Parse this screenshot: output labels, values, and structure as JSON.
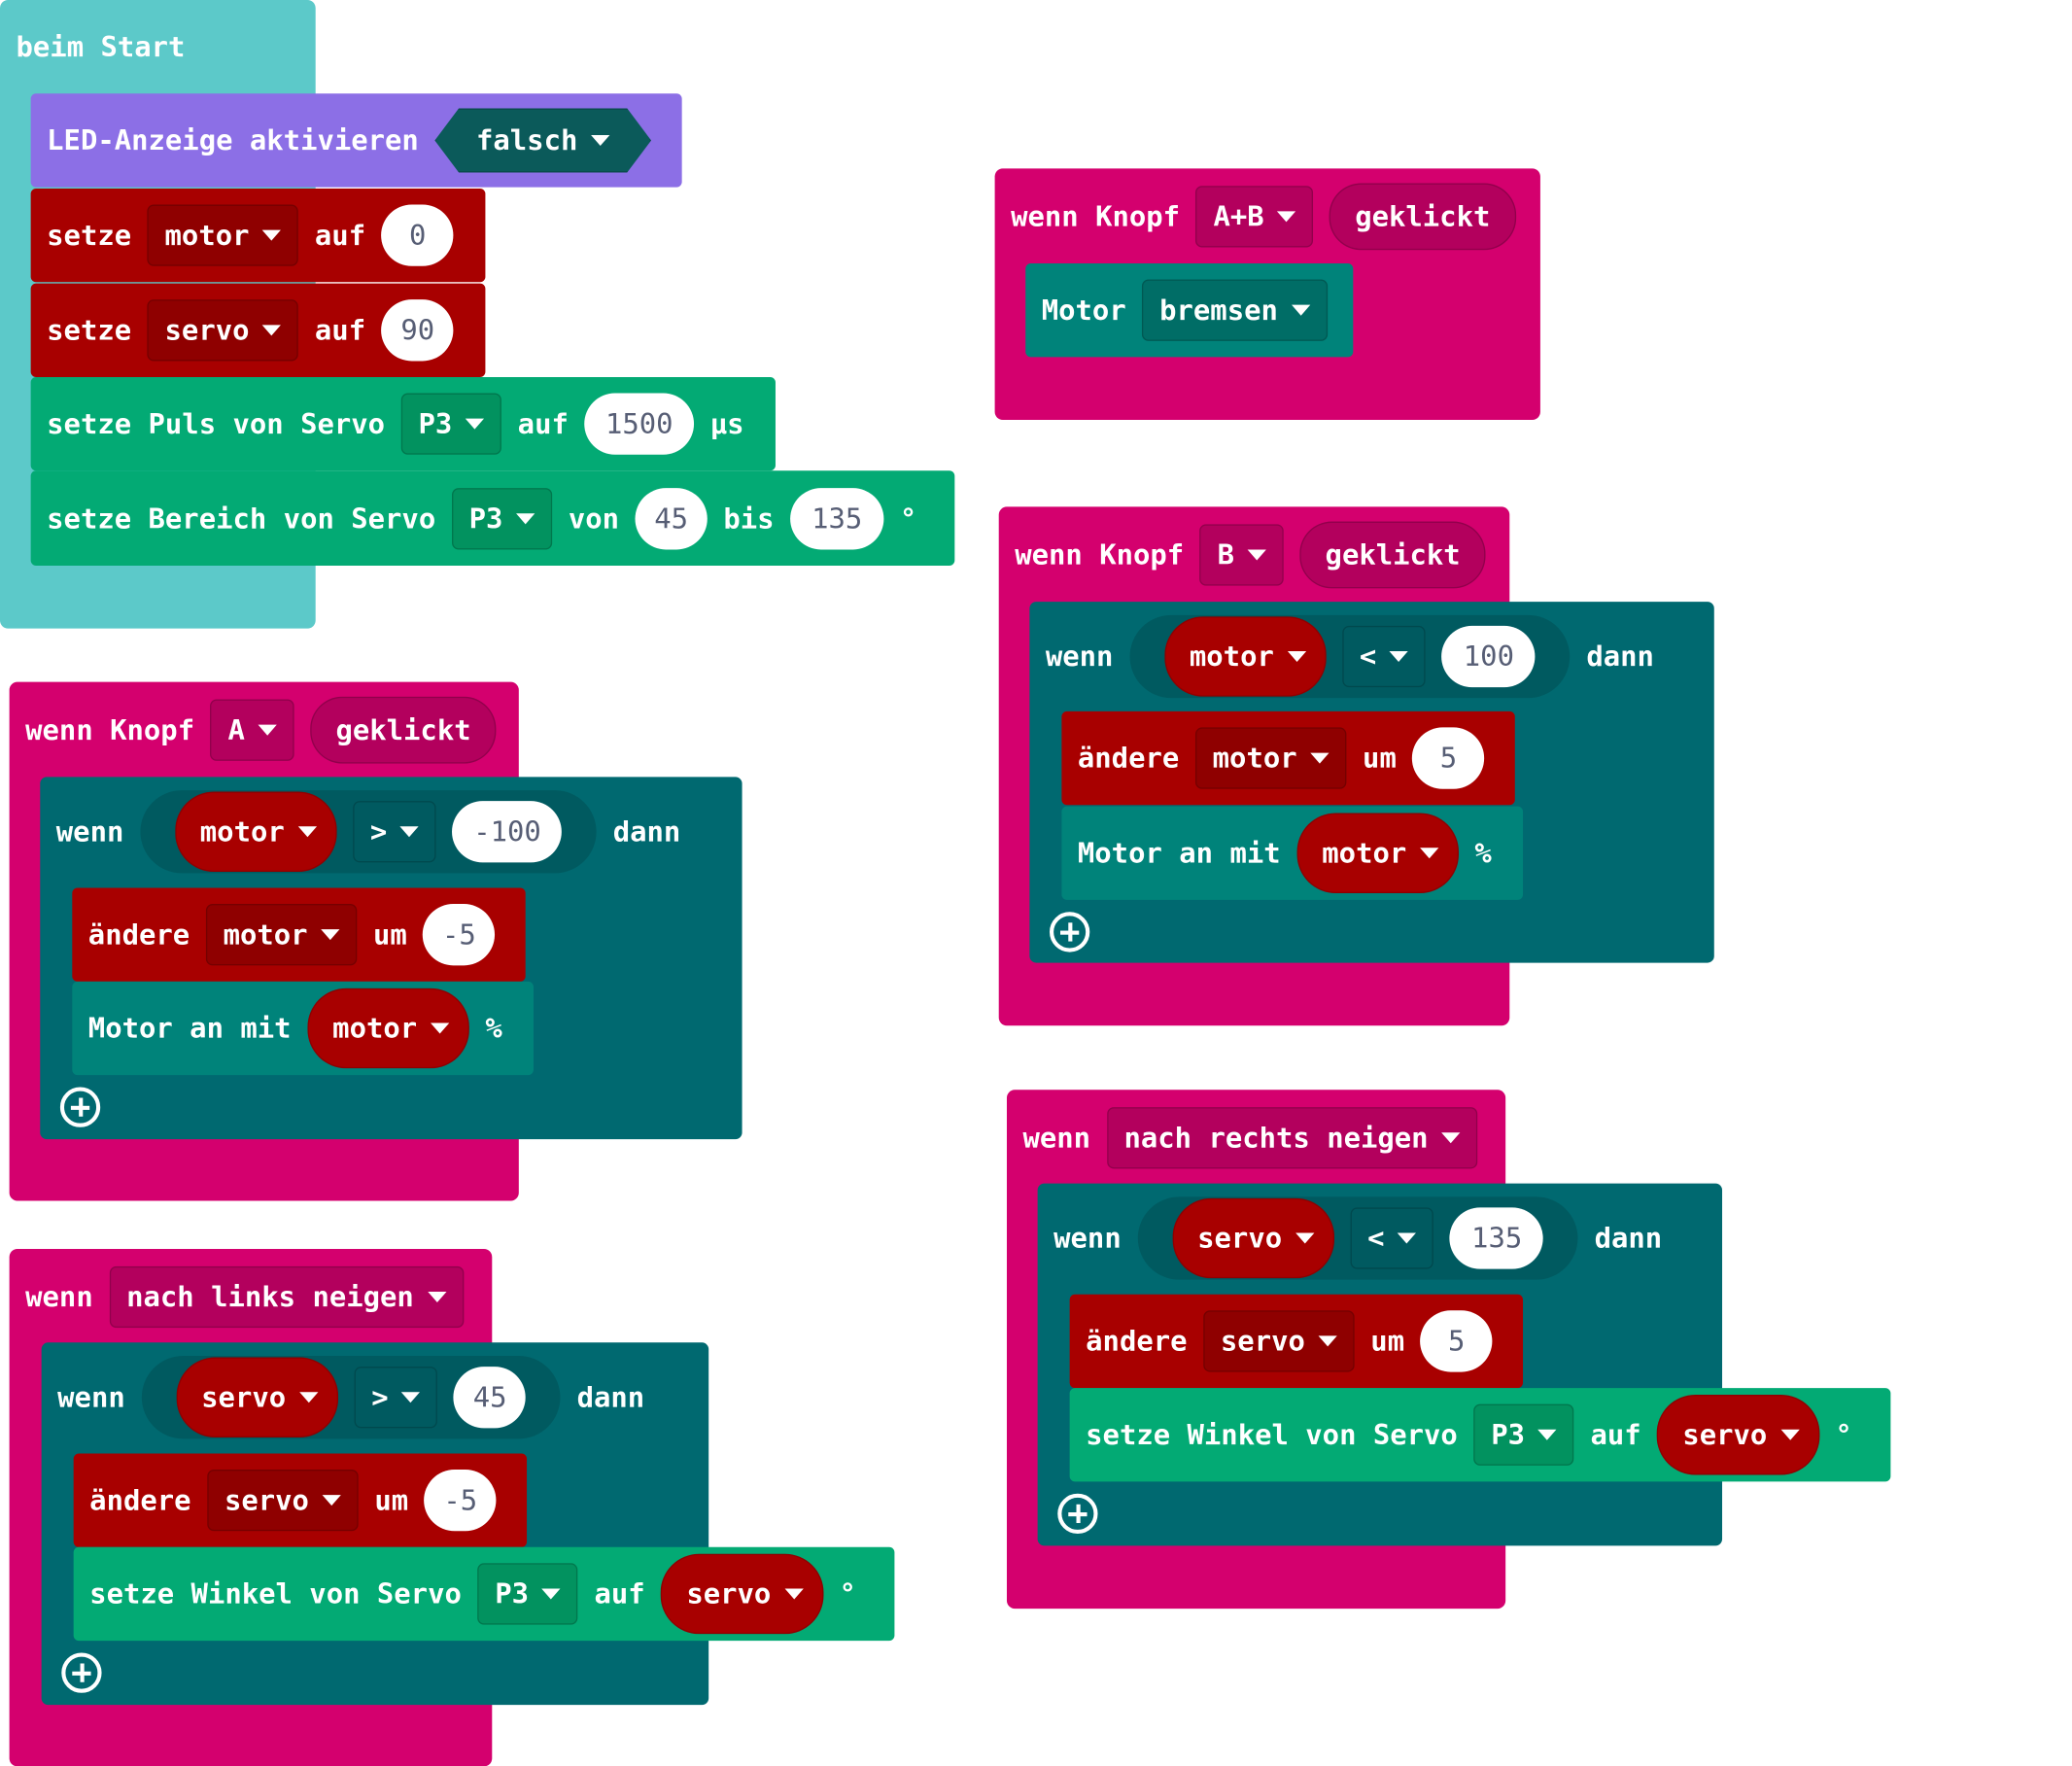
{
  "start": {
    "hat": "beim Start",
    "led": {
      "label": "LED-Anzeige aktivieren",
      "value": "falsch"
    },
    "set_motor": {
      "label": "setze",
      "var": "motor",
      "to": "auf",
      "value": "0"
    },
    "set_servo": {
      "label": "setze",
      "var": "servo",
      "to": "auf",
      "value": "90"
    },
    "pulse": {
      "label": "setze Puls von Servo",
      "pin": "P3",
      "to": "auf",
      "value": "1500",
      "unit": "µs"
    },
    "range": {
      "label": "setze Bereich von Servo",
      "pin": "P3",
      "from": "von",
      "min": "45",
      "until": "bis",
      "max": "135",
      "unit": "°"
    }
  },
  "ab": {
    "when": "wenn Knopf",
    "button": "A+B",
    "event": "geklickt",
    "motor": {
      "label": "Motor",
      "action": "bremsen"
    }
  },
  "b": {
    "when": "wenn Knopf",
    "button": "B",
    "event": "geklickt",
    "if": {
      "label": "wenn",
      "var": "motor",
      "op": "<",
      "value": "100",
      "then": "dann"
    },
    "change": {
      "label": "ändere",
      "var": "motor",
      "by": "um",
      "value": "5"
    },
    "motor_on": {
      "label": "Motor an mit",
      "var": "motor",
      "unit": "%"
    }
  },
  "a": {
    "when": "wenn Knopf",
    "button": "A",
    "event": "geklickt",
    "if": {
      "label": "wenn",
      "var": "motor",
      "op": ">",
      "value": "-100",
      "then": "dann"
    },
    "change": {
      "label": "ändere",
      "var": "motor",
      "by": "um",
      "value": "-5"
    },
    "motor_on": {
      "label": "Motor an mit",
      "var": "motor",
      "unit": "%"
    }
  },
  "right": {
    "when": "wenn",
    "gesture": "nach rechts neigen",
    "if": {
      "label": "wenn",
      "var": "servo",
      "op": "<",
      "value": "135",
      "then": "dann"
    },
    "change": {
      "label": "ändere",
      "var": "servo",
      "by": "um",
      "value": "5"
    },
    "angle": {
      "label": "setze Winkel von Servo",
      "pin": "P3",
      "to": "auf",
      "var": "servo",
      "unit": "°"
    }
  },
  "left": {
    "when": "wenn",
    "gesture": "nach links neigen",
    "if": {
      "label": "wenn",
      "var": "servo",
      "op": ">",
      "value": "45",
      "then": "dann"
    },
    "change": {
      "label": "ändere",
      "var": "servo",
      "by": "um",
      "value": "-5"
    },
    "angle": {
      "label": "setze Winkel von Servo",
      "pin": "P3",
      "to": "auf",
      "var": "servo",
      "unit": "°"
    }
  }
}
